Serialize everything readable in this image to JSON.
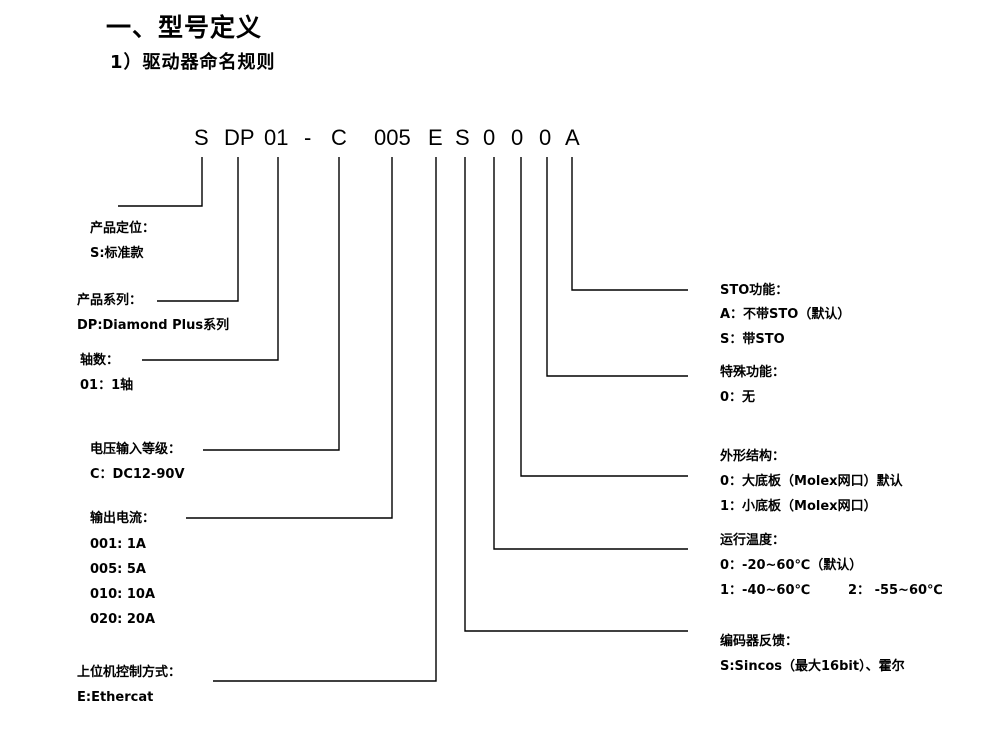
{
  "title": "一、型号定义",
  "subtitle": "1）驱动器命名规则",
  "code": {
    "segments": [
      "S",
      "DP",
      "01",
      "-",
      "C",
      "005",
      "E",
      "S",
      "0",
      "0",
      "0",
      "A"
    ]
  },
  "left": [
    {
      "heading": "产品定位：",
      "options": [
        "S:标准款"
      ]
    },
    {
      "heading": "产品系列：",
      "options": [
        "DP:Diamond Plus系列"
      ]
    },
    {
      "heading": "轴数：",
      "options": [
        "01：1轴"
      ]
    },
    {
      "heading": "电压输入等级：",
      "options": [
        "C：DC12-90V"
      ]
    },
    {
      "heading": "输出电流：",
      "options": [
        "001: 1A",
        "005: 5A",
        "010: 10A",
        "020: 20A"
      ]
    },
    {
      "heading": "上位机控制方式：",
      "options": [
        "E:Ethercat"
      ]
    }
  ],
  "right": [
    {
      "heading": "STO功能：",
      "options": [
        "A：不带STO（默认）",
        "S：带STO"
      ]
    },
    {
      "heading": "特殊功能：",
      "options": [
        "0：无"
      ]
    },
    {
      "heading": "外形结构：",
      "options": [
        "0：大底板（Molex网口）默认",
        "1：小底板（Molex网口）"
      ]
    },
    {
      "heading": "运行温度：",
      "options": [
        "0：-20~60℃（默认）",
        "1：-40~60℃",
        "2：  -55~60℃"
      ]
    },
    {
      "heading": "编码器反馈：",
      "options": [
        "S:Sincos（最大16bit）、霍尔"
      ]
    }
  ]
}
